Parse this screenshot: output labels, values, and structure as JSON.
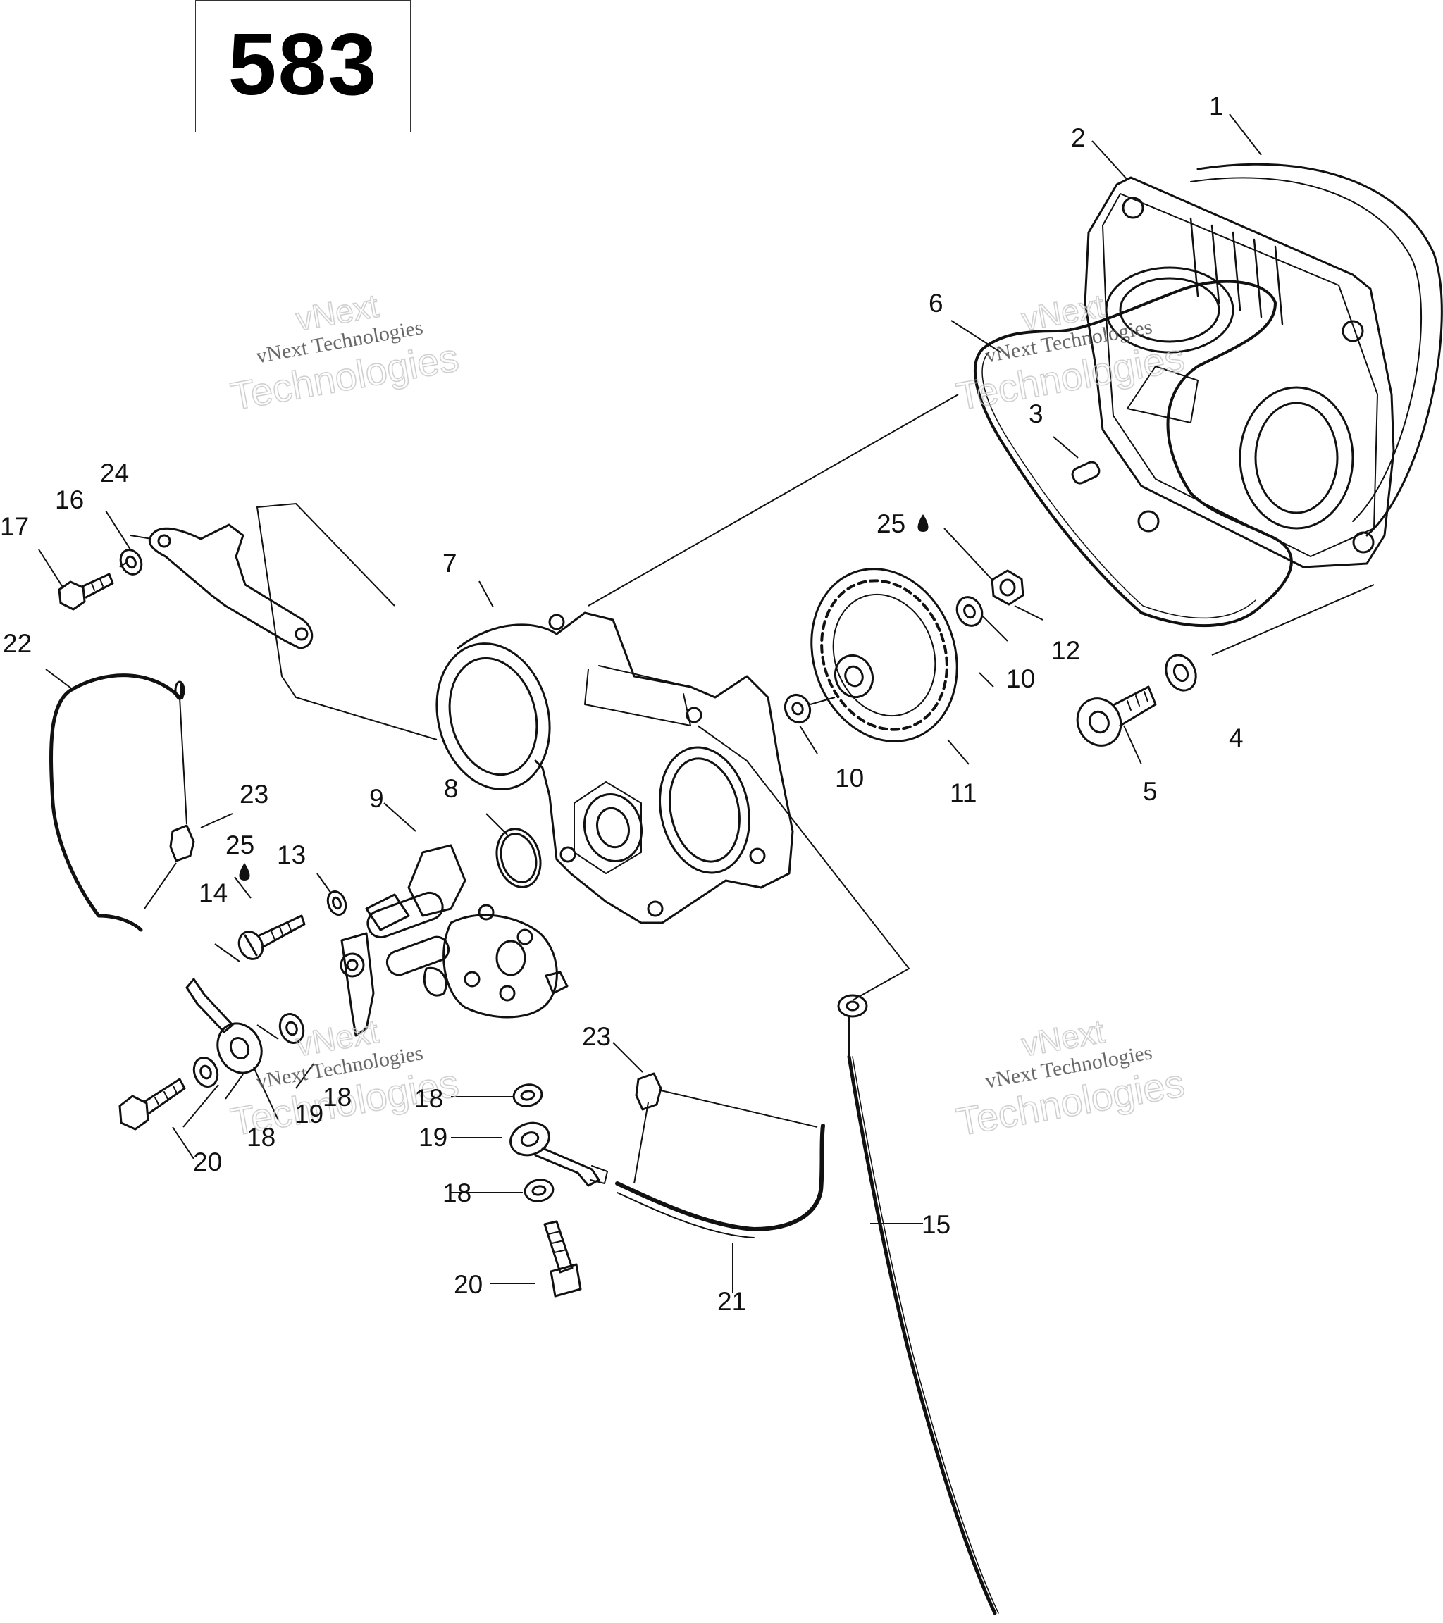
{
  "diagram": {
    "page_number": "583",
    "watermark": {
      "line_a": "vNext",
      "line_b": "vNext Technologies",
      "line_c": "Technologies"
    },
    "callouts": [
      {
        "id": "c1",
        "label": "1"
      },
      {
        "id": "c2",
        "label": "2"
      },
      {
        "id": "c3",
        "label": "3"
      },
      {
        "id": "c4",
        "label": "4"
      },
      {
        "id": "c5",
        "label": "5"
      },
      {
        "id": "c6",
        "label": "6"
      },
      {
        "id": "c7",
        "label": "7"
      },
      {
        "id": "c8",
        "label": "8"
      },
      {
        "id": "c9",
        "label": "9"
      },
      {
        "id": "c10a",
        "label": "10"
      },
      {
        "id": "c10b",
        "label": "10"
      },
      {
        "id": "c11",
        "label": "11"
      },
      {
        "id": "c12",
        "label": "12"
      },
      {
        "id": "c13",
        "label": "13"
      },
      {
        "id": "c14",
        "label": "14"
      },
      {
        "id": "c15",
        "label": "15"
      },
      {
        "id": "c16",
        "label": "16"
      },
      {
        "id": "c17",
        "label": "17"
      },
      {
        "id": "c18a",
        "label": "18"
      },
      {
        "id": "c18b",
        "label": "18"
      },
      {
        "id": "c18c",
        "label": "18"
      },
      {
        "id": "c18d",
        "label": "18"
      },
      {
        "id": "c19a",
        "label": "19"
      },
      {
        "id": "c19b",
        "label": "19"
      },
      {
        "id": "c20a",
        "label": "20"
      },
      {
        "id": "c20b",
        "label": "20"
      },
      {
        "id": "c21",
        "label": "21"
      },
      {
        "id": "c22",
        "label": "22"
      },
      {
        "id": "c23a",
        "label": "23"
      },
      {
        "id": "c23b",
        "label": "23"
      },
      {
        "id": "c24",
        "label": "24"
      },
      {
        "id": "c25a",
        "label": "25"
      },
      {
        "id": "c25b",
        "label": "25"
      }
    ]
  }
}
